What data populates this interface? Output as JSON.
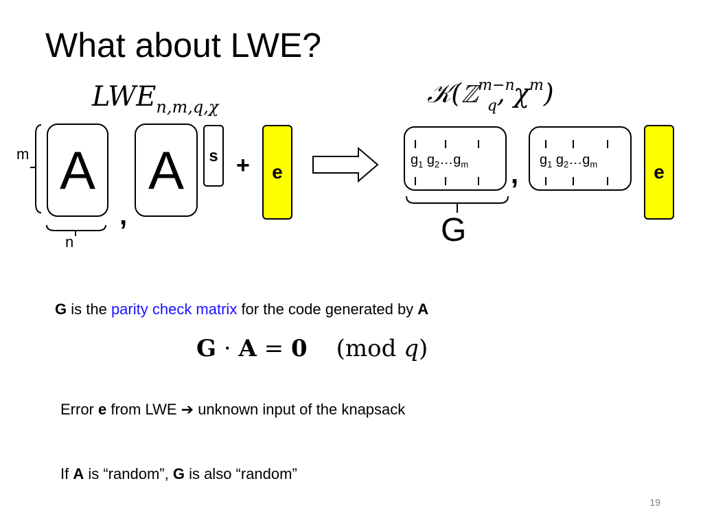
{
  "slide": {
    "title": "What about LWE?",
    "page_number": "19"
  },
  "left_diagram": {
    "label_main": "LWE",
    "label_sub": "n,m,q,χ",
    "matrix_label": "A",
    "matrix2_label": "A",
    "secret_label": "s",
    "plus": "+",
    "error_label": "e",
    "comma": ",",
    "dim_m": "m",
    "dim_n": "n"
  },
  "right_diagram": {
    "label_main": "𝒦(ℤ",
    "label_sup": "m−n",
    "label_sub": "q",
    "label_rest": ", χ",
    "label_sup2": "m",
    "label_close": ")",
    "g_parts": [
      "g",
      "1",
      " g",
      "2",
      "…g",
      "m"
    ],
    "comma": ",",
    "error_label": "e",
    "brace_label": "G"
  },
  "text": {
    "line1": {
      "bold_start": "G",
      "part1": " is the ",
      "link": "parity check matrix",
      "part2": "  for the code generated by ",
      "bold_end": "A"
    },
    "equation": {
      "G": "G",
      "dot": " · ",
      "A": "A",
      "eq": " = ",
      "zero": "0",
      "mod": "(mod ",
      "q": "q",
      "close": ")"
    },
    "line2": {
      "part1": "Error ",
      "bold": "e",
      "part2": " from LWE ",
      "arrow": "➔",
      "part3": " unknown input of the knapsack"
    },
    "line3": {
      "part1": "If ",
      "bold1": "A",
      "part2": " is “random”, ",
      "bold2": "G",
      "part3": " is also “random”"
    }
  },
  "colors": {
    "yellow": "#ffff00",
    "blue": "#1a12ff",
    "page_number": "#808080"
  }
}
